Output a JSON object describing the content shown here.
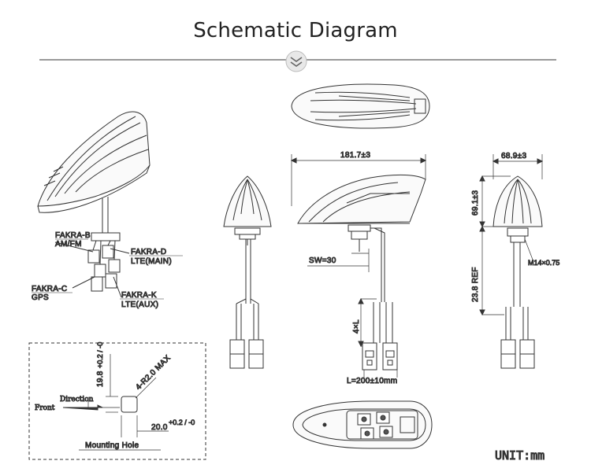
{
  "title": "Schematic Diagram",
  "labels": {
    "fakra_b": "FAKRA-B",
    "fakra_b_sub": "AM/FM",
    "fakra_d": "FAKRA-D",
    "fakra_d_sub": "LTE(MAIN)",
    "fakra_c": "FAKRA-C",
    "fakra_c_sub": "GPS",
    "fakra_k": "FAKRA-K",
    "fakra_k_sub": "LTE(AUX)"
  },
  "dimensions": {
    "length": "181.7±3",
    "width": "68.9±3",
    "height": "69.1±3",
    "ref": "23.8 REF",
    "thread": "M14×0.75",
    "sw": "SW=30",
    "cable_count": "4×L",
    "cable_length": "L=200±10mm"
  },
  "mounting": {
    "title": "Mounting Hole",
    "direction": "Direction",
    "front": "Front",
    "radius": "4-R2.0 MAX",
    "h_dim": "19.8",
    "h_tol": "+0.2 / -0",
    "w_dim": "20.0",
    "w_tol": "+0.2 / -0"
  },
  "unit": "UNIT:mm"
}
